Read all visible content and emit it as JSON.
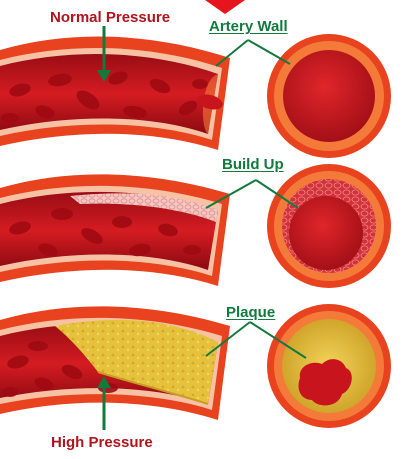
{
  "labels": {
    "normal_pressure": "Normal Pressure",
    "artery_wall": "Artery Wall",
    "build_up": "Build Up",
    "plaque": "Plaque",
    "high_pressure": "High Pressure"
  },
  "colors": {
    "wall_outer": "#e8431e",
    "wall_mid": "#f47a3a",
    "lumen": "#c8141c",
    "lumen_dark": "#8e0c12",
    "blood_cell": "#a00a12",
    "plaque": "#e6c23c",
    "plaque_dark": "#c9a028",
    "buildup": "#f0b6b0",
    "pointer": "#137a3d",
    "label_red": "#b0141c",
    "label_green": "#137a3d"
  }
}
